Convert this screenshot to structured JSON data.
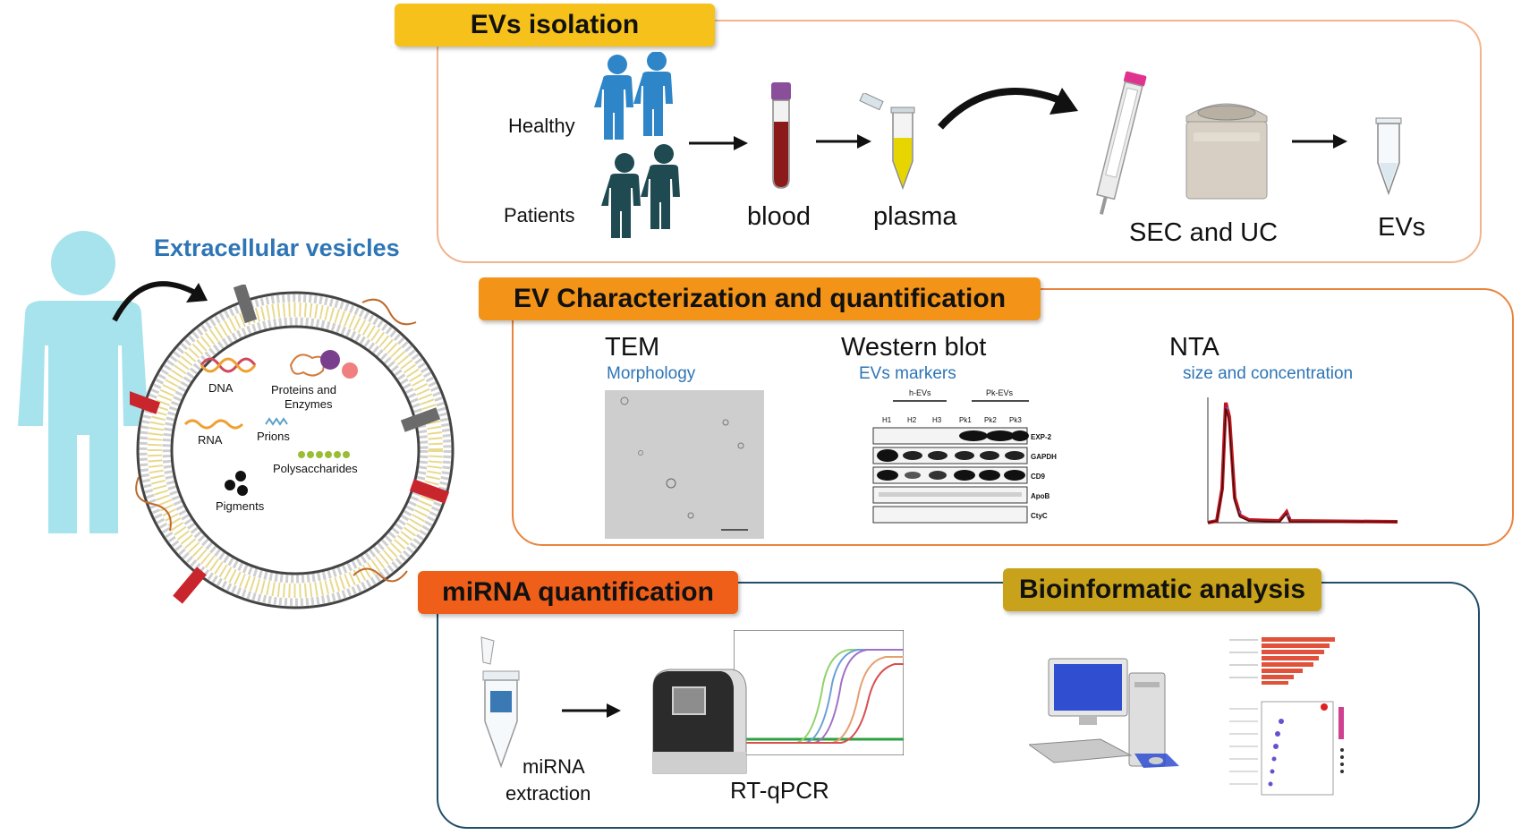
{
  "colors": {
    "isolation_banner": "#f5c11a",
    "characterization_banner": "#f39419",
    "mirna_banner": "#ef5f1a",
    "bioinformatic_banner": "#c8a21a",
    "isolation_border": "#f2b48d",
    "characterization_border": "#e9843f",
    "analysis_border": "#1f4e66",
    "person_icon": "#a7e3ec",
    "ev_title": "#2e75b6",
    "healthy_icon": "#2e86c8",
    "patient_icon": "#1f4a52"
  },
  "ev_diagram": {
    "title": "Extracellular vesicles",
    "dna": "DNA",
    "proteins_line1": "Proteins and",
    "proteins_line2": "Enzymes",
    "rna": "RNA",
    "prions": "Prions",
    "polysaccharides": "Polysaccharides",
    "pigments": "Pigments"
  },
  "isolation": {
    "banner": "EVs isolation",
    "healthy": "Healthy",
    "patients": "Patients",
    "blood": "blood",
    "plasma": "plasma",
    "sec_uc": "SEC and UC",
    "evs": "EVs"
  },
  "characterization": {
    "banner": "EV Characterization and quantification",
    "tem": "TEM",
    "tem_sub": "Morphology",
    "wb": "Western blot",
    "wb_sub": "EVs markers",
    "nta": "NTA",
    "nta_sub": "size and concentration",
    "wb_groups": [
      "h-EVs",
      "Pk-EVs"
    ],
    "wb_lanes": [
      "H1",
      "H2",
      "H3",
      "Pk1",
      "Pk2",
      "Pk3"
    ],
    "wb_markers": [
      "EXP-2",
      "GAPDH",
      "CD9",
      "ApoB",
      "CtyC"
    ]
  },
  "mirna": {
    "banner": "miRNA quantification",
    "extraction_line1": "miRNA",
    "extraction_line2": "extraction",
    "rtqpcr": "RT-qPCR"
  },
  "bioinformatic": {
    "banner": "Bioinformatic analysis"
  }
}
